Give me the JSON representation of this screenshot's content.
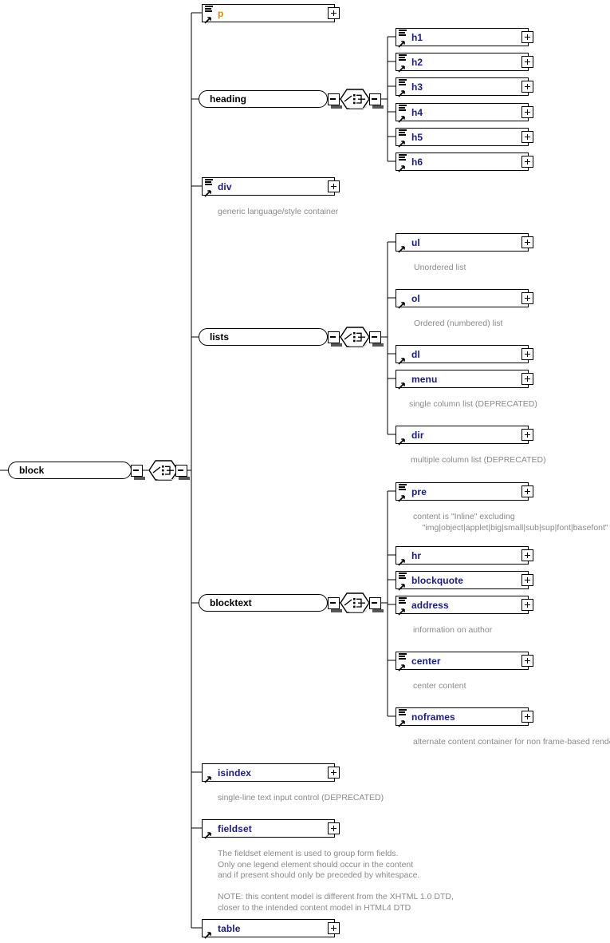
{
  "diagram": {
    "type": "xml-schema-diagram",
    "root": {
      "name": "block",
      "kind": "group",
      "compositor": "choice"
    }
  },
  "nodes": {
    "block": {
      "label": "block",
      "kind": "group",
      "icon": "none"
    },
    "p": {
      "label": "p",
      "kind": "element",
      "icon": "lines-arrow"
    },
    "heading": {
      "label": "heading",
      "kind": "group",
      "icon": "none"
    },
    "h1": {
      "label": "h1",
      "kind": "element",
      "icon": "lines-arrow"
    },
    "h2": {
      "label": "h2",
      "kind": "element",
      "icon": "lines-arrow"
    },
    "h3": {
      "label": "h3",
      "kind": "element",
      "icon": "lines-arrow"
    },
    "h4": {
      "label": "h4",
      "kind": "element",
      "icon": "lines-arrow"
    },
    "h5": {
      "label": "h5",
      "kind": "element",
      "icon": "lines-arrow"
    },
    "h6": {
      "label": "h6",
      "kind": "element",
      "icon": "lines-arrow"
    },
    "div": {
      "label": "div",
      "kind": "element",
      "icon": "lines-arrow"
    },
    "lists": {
      "label": "lists",
      "kind": "group",
      "icon": "none"
    },
    "ul": {
      "label": "ul",
      "kind": "element",
      "icon": "arrow"
    },
    "ol": {
      "label": "ol",
      "kind": "element",
      "icon": "arrow"
    },
    "dl": {
      "label": "dl",
      "kind": "element",
      "icon": "arrow"
    },
    "menu": {
      "label": "menu",
      "kind": "element",
      "icon": "arrow"
    },
    "dir": {
      "label": "dir",
      "kind": "element",
      "icon": "arrow"
    },
    "blocktext": {
      "label": "blocktext",
      "kind": "group",
      "icon": "none"
    },
    "pre": {
      "label": "pre",
      "kind": "element",
      "icon": "lines-arrow"
    },
    "hr": {
      "label": "hr",
      "kind": "element",
      "icon": "arrow"
    },
    "blockquote": {
      "label": "blockquote",
      "kind": "element",
      "icon": "lines-arrow"
    },
    "address": {
      "label": "address",
      "kind": "element",
      "icon": "lines-arrow"
    },
    "center": {
      "label": "center",
      "kind": "element",
      "icon": "lines-arrow"
    },
    "noframes": {
      "label": "noframes",
      "kind": "element",
      "icon": "lines-arrow"
    },
    "isindex": {
      "label": "isindex",
      "kind": "element",
      "icon": "arrow"
    },
    "fieldset": {
      "label": "fieldset",
      "kind": "element",
      "icon": "arrow"
    },
    "table": {
      "label": "table",
      "kind": "element",
      "icon": "arrow"
    }
  },
  "annotations": {
    "div": "generic language/style container",
    "ul": "Unordered list",
    "ol": "Ordered (numbered) list",
    "menu": "single column list (DEPRECATED)",
    "dir": "multiple column list (DEPRECATED)",
    "pre": "content is \"Inline\" excluding\n    \"img|object|applet|big|small|sub|sup|font|basefont\"",
    "address": "information on author",
    "center": "center content",
    "noframes": "alternate content container for non frame-based rendering",
    "isindex": "single-line text input control (DEPRECATED)",
    "fieldset": "The fieldset element is used to group form fields.\nOnly one legend element should occur in the content\nand if present should only be preceded by whitespace.\n\nNOTE: this content model is different from the XHTML 1.0 DTD,\ncloser to the intended content model in HTML4 DTD"
  },
  "colors": {
    "element_label": "#1a1a8c",
    "element_label_alt": "#d98c00",
    "group_label": "#000000",
    "annotation": "#8a8a8a",
    "shadow": "#c0c0c0",
    "line": "#000000",
    "background": "#ffffff"
  },
  "controls": {
    "expand_symbol": "+",
    "collapse_symbol": "-",
    "compositor_symbol": "choice"
  }
}
